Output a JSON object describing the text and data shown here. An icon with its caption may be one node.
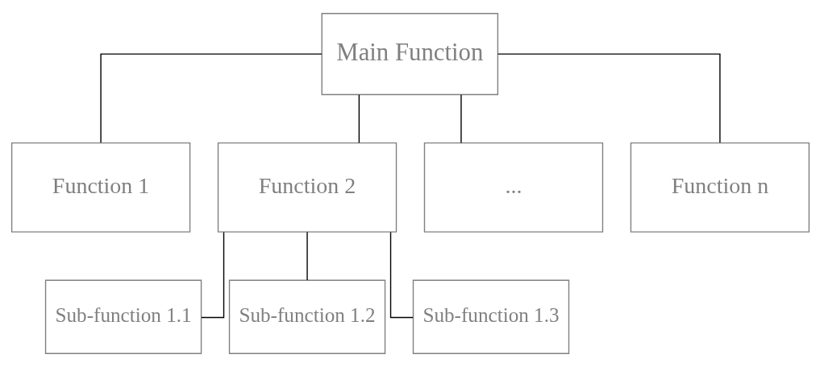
{
  "diagram": {
    "nodes": [
      {
        "text": [
          "Main Function"
        ]
      },
      {
        "text": [
          "Function 1"
        ]
      },
      {
        "text": [
          "Function 2"
        ]
      },
      {
        "text": [
          "..."
        ]
      },
      {
        "text": [
          "Function n"
        ]
      },
      {
        "text": [
          "Sub-function 1.1"
        ]
      },
      {
        "text": [
          "Sub-function 1.2"
        ]
      },
      {
        "text": [
          "Sub-function 1.3"
        ]
      }
    ],
    "edges": [
      {
        "from": 0,
        "to": 1,
        "arrow": "none"
      },
      {
        "from": 0,
        "to": 2,
        "arrow": "none"
      },
      {
        "from": 0,
        "to": 3,
        "arrow": "none"
      },
      {
        "from": 0,
        "to": 4,
        "arrow": "none"
      },
      {
        "from": 2,
        "to": 5,
        "arrow": "none"
      },
      {
        "from": 2,
        "to": 6,
        "arrow": "none"
      },
      {
        "from": 2,
        "to": 7,
        "arrow": "none"
      }
    ]
  }
}
